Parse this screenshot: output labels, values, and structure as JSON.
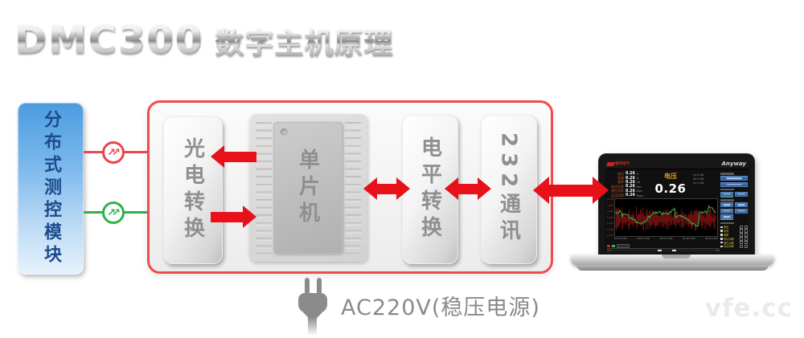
{
  "title": {
    "model": "DMC300",
    "subtitle": "数字主机原理"
  },
  "distributed_module": {
    "label": "分布式测控模块"
  },
  "connectors": [
    {
      "name": "optical-link-red",
      "glyph": "↗↗",
      "color": "#e8474d"
    },
    {
      "name": "optical-link-green",
      "glyph": "↗↗",
      "color": "#2fb14a"
    }
  ],
  "main_unit": {
    "optical_label": "光电转换",
    "mcu_label": "单片机",
    "level_label": "电平转换",
    "comm_label": "232通讯"
  },
  "power": {
    "label": "AC220V(稳压电源)"
  },
  "watermark": "vfe.cc",
  "laptop": {
    "brand_left": "银河电气",
    "brand_right": "Anyway",
    "display": {
      "label": "电压",
      "value": "0.26"
    },
    "readings": [
      {
        "label": "电压",
        "value": "0.26",
        "unit": "V"
      },
      {
        "label": "电流",
        "value": "0.26",
        "unit": "A"
      },
      {
        "label": "频率",
        "value": "0.26",
        "unit": "Hz"
      },
      {
        "label": "有功功率",
        "value": "0.26",
        "unit": "Kw"
      },
      {
        "label": "视在功率",
        "value": "0.26",
        "unit": "Kva"
      },
      {
        "label": "无功功率",
        "value": "0.26",
        "unit": "Kvar"
      }
    ],
    "mini_rows": [
      "Ua 0.46",
      "Ub 0.46",
      "Uc 0.46"
    ],
    "y_labels": [
      "0.400",
      "0.300",
      "0.200",
      "0.100",
      "0.000",
      "-0.100",
      "-0.200"
    ],
    "x_labels": [
      "00:00:0.000",
      "00:00:1.000",
      "00:00:2.000",
      "00:00:3.000",
      "00:00:4.000"
    ],
    "curve_colors": {
      "red": "#d42020",
      "green": "#2fc14e"
    },
    "legend": [
      "电压",
      "电流",
      "频率",
      "有功功率",
      "视在功率",
      "无功功率"
    ]
  },
  "colors": {
    "arrow_red": "#e8111a",
    "line_red": "#e8474d",
    "line_green": "#2fb14a",
    "box_border_red": "#f04b50",
    "metal_text": "#8f8f8f",
    "module_text": "#1d4a8f"
  }
}
